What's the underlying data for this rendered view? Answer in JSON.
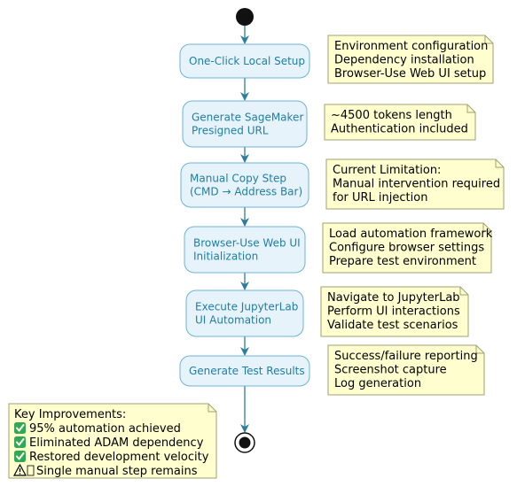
{
  "colors": {
    "activity_fill": "#e6f3fb",
    "activity_stroke": "#6fb2d6",
    "activity_text": "#1f7ea3",
    "arrow": "#2c7e9b",
    "note_fill": "#fefece",
    "note_stroke": "#a0a070",
    "node": "#111111"
  },
  "activities": [
    {
      "id": "setup",
      "lines": [
        "One-Click Local Setup"
      ]
    },
    {
      "id": "presign",
      "lines": [
        "Generate SageMaker",
        "Presigned URL"
      ]
    },
    {
      "id": "copy",
      "lines": [
        "Manual Copy Step",
        "(CMD → Address Bar)"
      ]
    },
    {
      "id": "init",
      "lines": [
        "Browser-Use Web UI",
        "Initialization"
      ]
    },
    {
      "id": "exec",
      "lines": [
        "Execute JupyterLab",
        "UI Automation"
      ]
    },
    {
      "id": "results",
      "lines": [
        "Generate Test Results"
      ]
    }
  ],
  "notes": [
    {
      "id": "setup",
      "lines": [
        "Environment configuration",
        "Dependency installation",
        "Browser-Use Web UI setup"
      ]
    },
    {
      "id": "presign",
      "lines": [
        "~4500 tokens length",
        "Authentication included"
      ]
    },
    {
      "id": "copy",
      "lines": [
        "Current Limitation:",
        "Manual intervention required",
        "for URL injection"
      ]
    },
    {
      "id": "init",
      "lines": [
        "Load automation framework",
        "Configure browser settings",
        "Prepare test environment"
      ]
    },
    {
      "id": "exec",
      "lines": [
        "Navigate to JupyterLab",
        "Perform UI interactions",
        "Validate test scenarios"
      ]
    },
    {
      "id": "results",
      "lines": [
        "Success/failure reporting",
        "Screenshot capture",
        "Log generation"
      ]
    }
  ],
  "improvements": {
    "title": "Key Improvements:",
    "items": [
      {
        "icon": "check-icon",
        "text": "95% automation achieved"
      },
      {
        "icon": "check-icon",
        "text": "Eliminated ADAM dependency"
      },
      {
        "icon": "check-icon",
        "text": "Restored development velocity"
      },
      {
        "icon": "warning-icon",
        "text": "Single manual step remains"
      }
    ]
  }
}
